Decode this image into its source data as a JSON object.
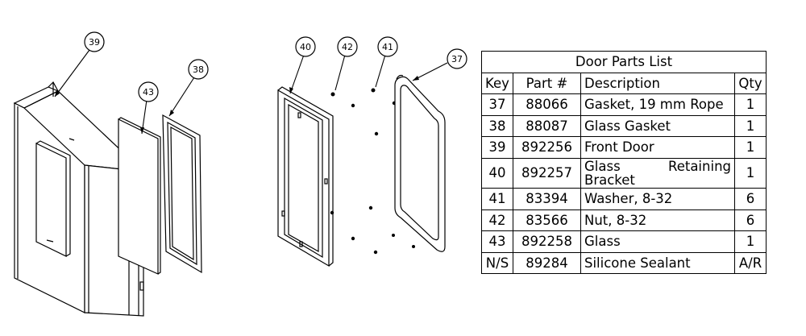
{
  "callouts": [
    {
      "id": "c39",
      "label": "39"
    },
    {
      "id": "c38",
      "label": "38"
    },
    {
      "id": "c43",
      "label": "43"
    },
    {
      "id": "c40",
      "label": "40"
    },
    {
      "id": "c42",
      "label": "42"
    },
    {
      "id": "c41",
      "label": "41"
    },
    {
      "id": "c37",
      "label": "37"
    }
  ],
  "table": {
    "title": "Door Parts List",
    "headers": {
      "key": "Key",
      "part": "Part #",
      "desc": "Description",
      "qty": "Qty"
    },
    "rows": [
      {
        "key": "37",
        "part": "88066",
        "desc": "Gasket, 19 mm Rope",
        "qty": "1"
      },
      {
        "key": "38",
        "part": "88087",
        "desc": "Glass Gasket",
        "qty": "1"
      },
      {
        "key": "39",
        "part": "892256",
        "desc": "Front Door",
        "qty": "1"
      },
      {
        "key": "40",
        "part": "892257",
        "desc": "Glass Retaining Bracket",
        "qty": "1"
      },
      {
        "key": "41",
        "part": "83394",
        "desc": "Washer, 8-32",
        "qty": "6"
      },
      {
        "key": "42",
        "part": "83566",
        "desc": "Nut, 8-32",
        "qty": "6"
      },
      {
        "key": "43",
        "part": "892258",
        "desc": "Glass",
        "qty": "1"
      },
      {
        "key": "N/S",
        "part": "89284",
        "desc": "Silicone Sealant",
        "qty": "A/R"
      }
    ]
  }
}
